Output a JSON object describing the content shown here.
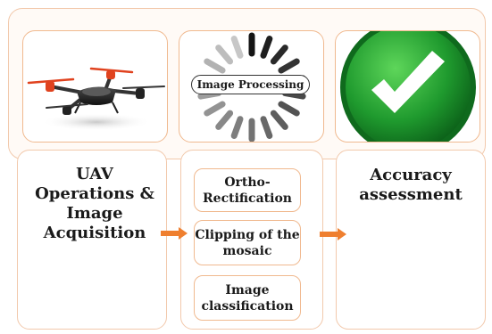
{
  "stages": [
    {
      "title": "UAV Operations & Image Acquisition",
      "image": "drone-quadcopter"
    },
    {
      "title": "Image Processing",
      "image": "loading-spinner"
    },
    {
      "title": "Accuracy assessment",
      "image": "green-checkmark"
    }
  ],
  "processing_steps": [
    "Ortho-Rectification",
    "Clipping of the mosaic",
    "Image classification"
  ],
  "colors": {
    "border": "#f2c9ac",
    "arrow": "#ef7f2f",
    "check_green": "#1f9a2e",
    "drone_red": "#e0421e"
  }
}
